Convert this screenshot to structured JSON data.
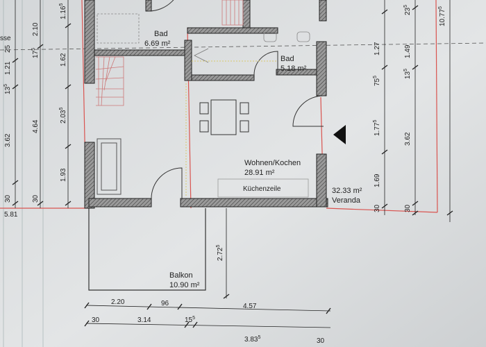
{
  "colors": {
    "paper": "#dfe1e3",
    "wall": "#3a3a3a",
    "outline_red": "#d9534f",
    "ink": "#1f1f1f"
  },
  "rooms": {
    "bad_upper": {
      "name": "Bad",
      "area": "6.69 m²"
    },
    "bad_right": {
      "name": "Bad",
      "area": "5.18 m²"
    },
    "wohnen": {
      "name": "Wohnen/Kochen",
      "area": "28.91 m²"
    },
    "kuechenzeile": "Küchenzeile",
    "veranda": {
      "area": "32.33 m²",
      "name": "Veranda"
    },
    "balkon": {
      "name": "Balkon",
      "area": "10.90 m²"
    }
  },
  "labels": {
    "left_fragment": "sse",
    "left_bottom": "5.81"
  },
  "dims_left": [
    {
      "id": "d25",
      "main": "25",
      "sup": ""
    },
    {
      "id": "d210",
      "main": "2.10",
      "sup": ""
    },
    {
      "id": "d116",
      "main": "1.16",
      "sup": "5"
    },
    {
      "id": "d121",
      "main": "1.21",
      "sup": ""
    },
    {
      "id": "d17",
      "main": "17",
      "sup": "5"
    },
    {
      "id": "d162",
      "main": "1.62",
      "sup": ""
    },
    {
      "id": "d13",
      "main": "13",
      "sup": "5"
    },
    {
      "id": "d203",
      "main": "2.03",
      "sup": "5"
    },
    {
      "id": "d362l",
      "main": "3.62",
      "sup": ""
    },
    {
      "id": "d464",
      "main": "4.64",
      "sup": ""
    },
    {
      "id": "d193",
      "main": "1.93",
      "sup": ""
    },
    {
      "id": "d30a",
      "main": "30",
      "sup": ""
    },
    {
      "id": "d30b",
      "main": "30",
      "sup": ""
    }
  ],
  "dims_right": [
    {
      "id": "r23",
      "main": "23",
      "sup": "5"
    },
    {
      "id": "r1077",
      "main": "10.77",
      "sup": "5"
    },
    {
      "id": "r127",
      "main": "1.27",
      "sup": ""
    },
    {
      "id": "r149",
      "main": "1.49",
      "sup": ""
    },
    {
      "id": "r75",
      "main": "75",
      "sup": "5"
    },
    {
      "id": "r13",
      "main": "13",
      "sup": "5"
    },
    {
      "id": "r177",
      "main": "1.77",
      "sup": "5"
    },
    {
      "id": "r362",
      "main": "3.62",
      "sup": ""
    },
    {
      "id": "r169",
      "main": "1.69",
      "sup": ""
    },
    {
      "id": "r30a",
      "main": "30",
      "sup": ""
    },
    {
      "id": "r30b",
      "main": "30",
      "sup": ""
    }
  ],
  "dims_bottom": [
    {
      "id": "b220",
      "main": "2.20",
      "sup": ""
    },
    {
      "id": "b96",
      "main": "96",
      "sup": ""
    },
    {
      "id": "b457",
      "main": "4.57",
      "sup": ""
    },
    {
      "id": "b30",
      "main": "30",
      "sup": ""
    },
    {
      "id": "b314",
      "main": "3.14",
      "sup": ""
    },
    {
      "id": "b15",
      "main": "15",
      "sup": "5"
    },
    {
      "id": "b383",
      "main": "3.83",
      "sup": "5"
    },
    {
      "id": "b30r",
      "main": "30",
      "sup": ""
    }
  ],
  "dims_balkon": {
    "main": "2.72",
    "sup": "5"
  }
}
